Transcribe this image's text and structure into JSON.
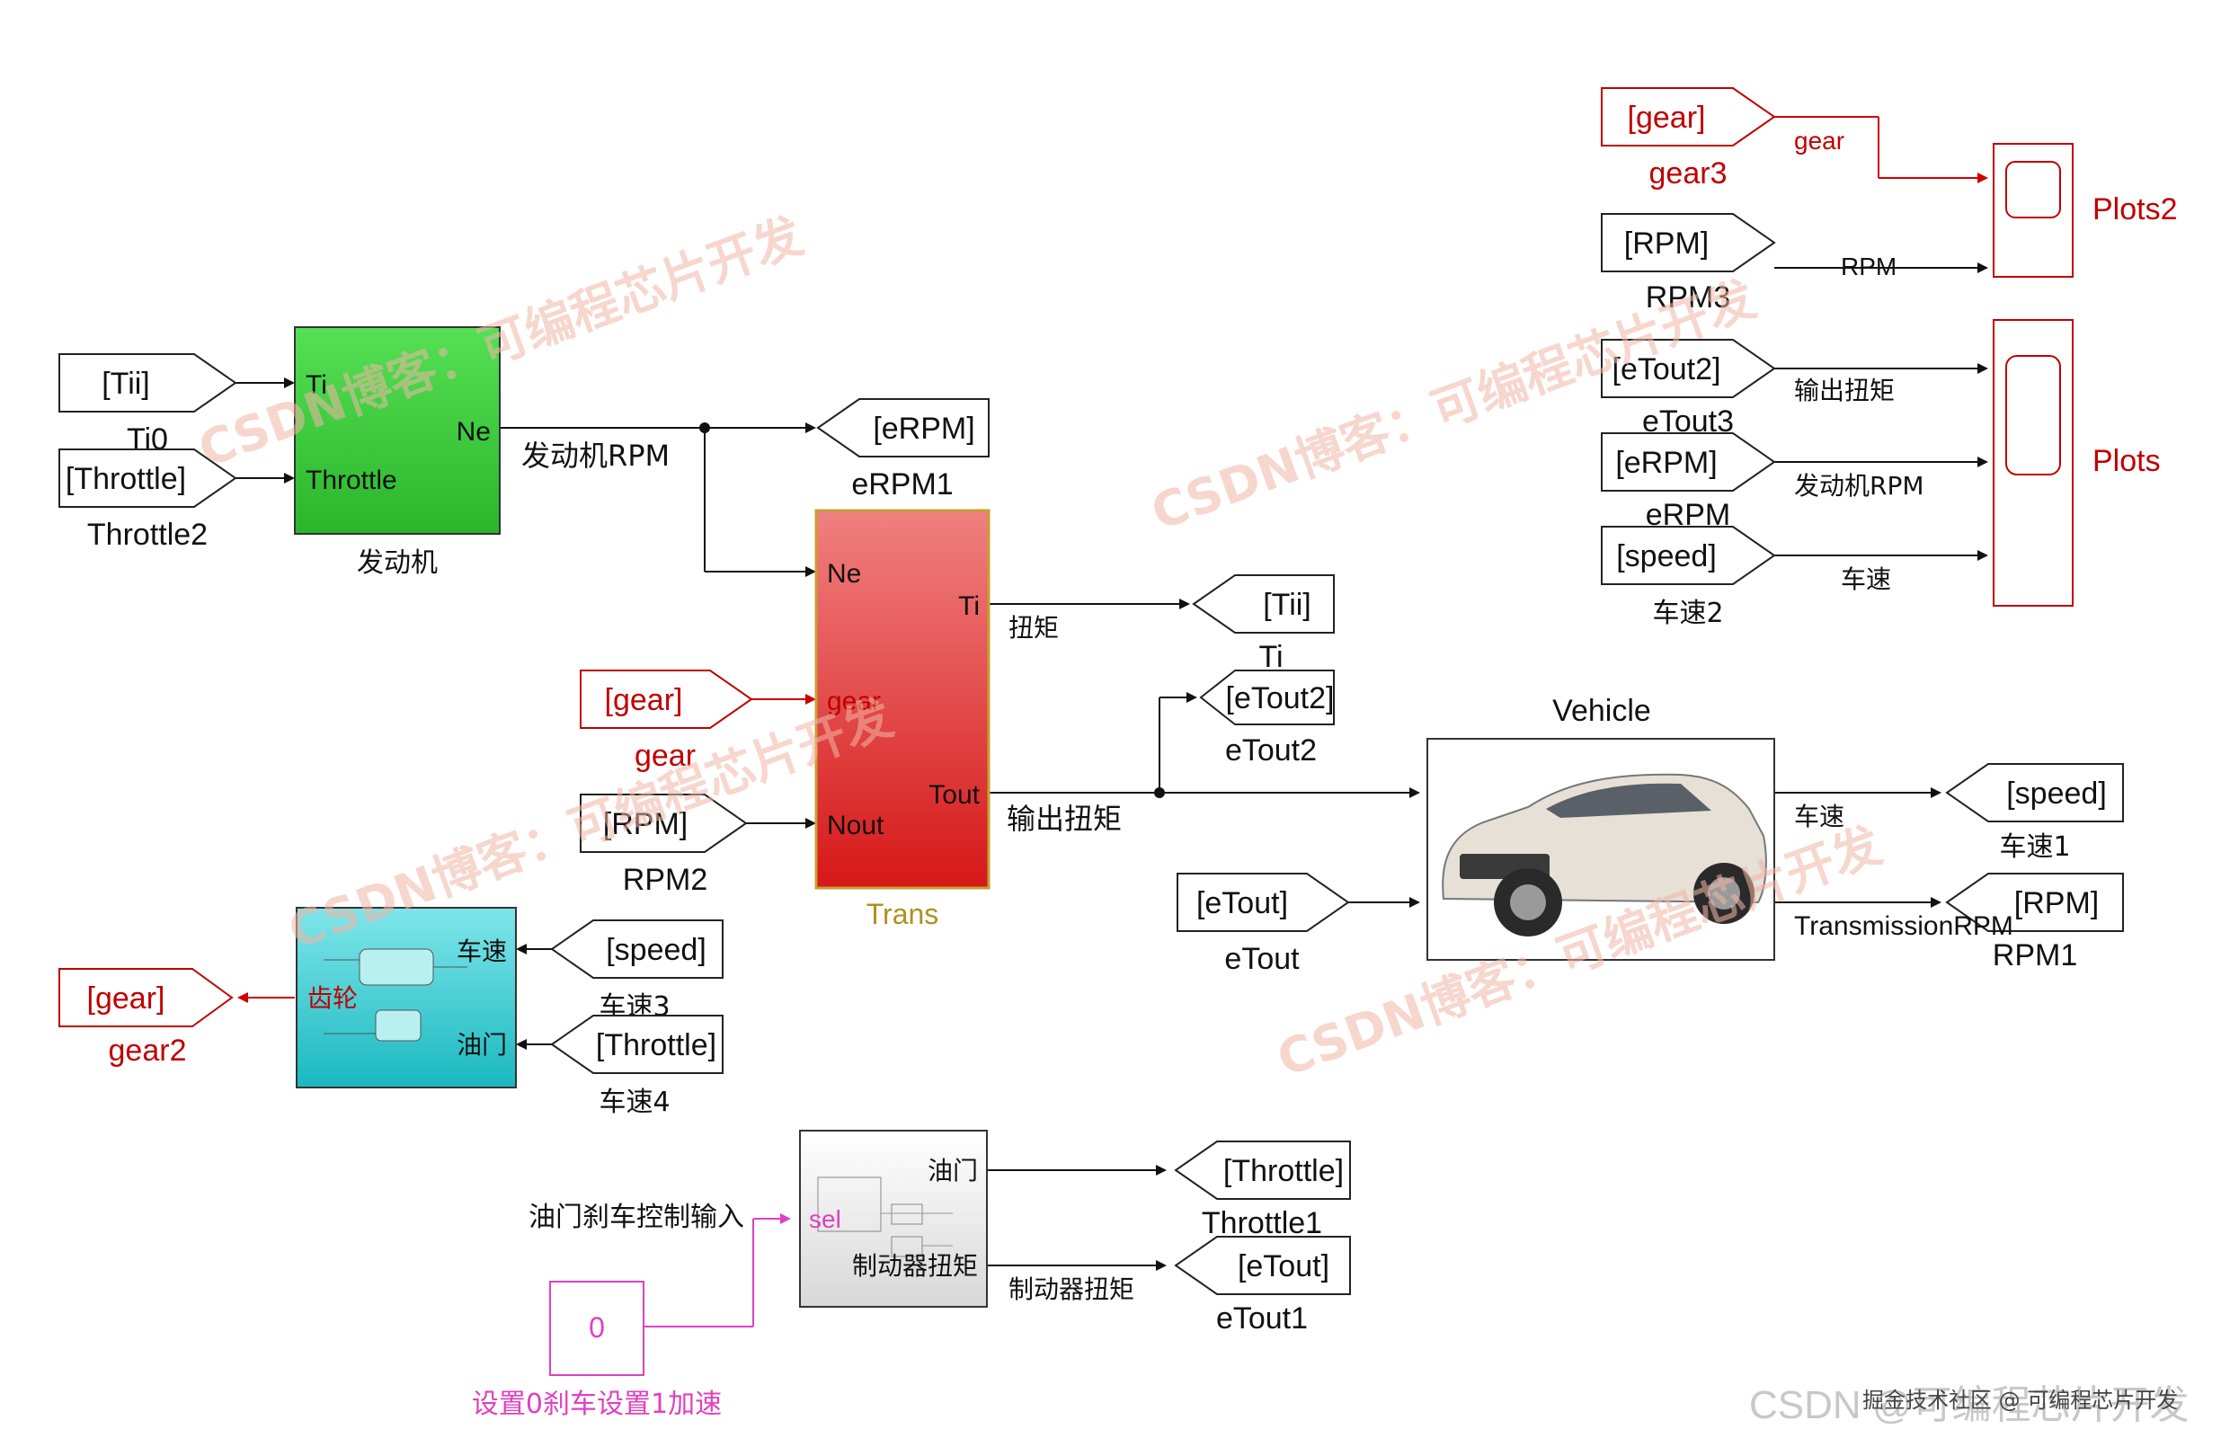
{
  "blocks": {
    "engine": {
      "label": "发动机",
      "in1": "Ti",
      "in2": "Throttle",
      "out": "Ne",
      "color": "#33cc33"
    },
    "trans": {
      "label": "Trans",
      "in1": "Ne",
      "in2": "gear",
      "in3": "Nout",
      "out1": "Ti",
      "out2": "Tout",
      "color": "#e03030"
    },
    "gearbox": {
      "label": "齿轮",
      "in1": "车速",
      "in2": "油门",
      "color": "#20c8c8"
    },
    "brake": {
      "label": "制动器扭矩",
      "out1": "油门",
      "in": "sel"
    },
    "vehicle": {
      "title": "Vehicle"
    },
    "scope1": {
      "label": "Plots2"
    },
    "scope2": {
      "label": "Plots"
    },
    "constant": {
      "value": "0",
      "label": "设置0刹车设置1加速"
    }
  },
  "tags": {
    "tii_from": {
      "text": "[Tii]",
      "name": "Ti0"
    },
    "throttle_from": {
      "text": "[Throttle]",
      "name": "Throttle2"
    },
    "erpm_goto": {
      "text": "[eRPM]",
      "name": "eRPM1"
    },
    "gear_from": {
      "text": "[gear]",
      "name": "gear"
    },
    "rpm_from": {
      "text": "[RPM]",
      "name": "RPM2"
    },
    "tii_goto": {
      "text": "[Tii]",
      "name": "Ti"
    },
    "etout2_goto": {
      "text": "[eTout2]",
      "name": "eTout2"
    },
    "speed_from": {
      "text": "[speed]",
      "name": "车速3"
    },
    "throttle_from2": {
      "text": "[Throttle]",
      "name": "车速4"
    },
    "gear_goto": {
      "text": "[gear]",
      "name": "gear2"
    },
    "etout_from": {
      "text": "[eTout]",
      "name": "eTout"
    },
    "speed_goto": {
      "text": "[speed]",
      "name": "车速1"
    },
    "rpm_goto": {
      "text": "[RPM]",
      "name": "RPM1"
    },
    "throttle_goto": {
      "text": "[Throttle]",
      "name": "Throttle1"
    },
    "etout_goto": {
      "text": "[eTout]",
      "name": "eTout1"
    },
    "gear_from3": {
      "text": "[gear]",
      "name": "gear3"
    },
    "rpm_from3": {
      "text": "[RPM]",
      "name": "RPM3"
    },
    "etout2_from": {
      "text": "[eTout2]",
      "name": "eTout3"
    },
    "erpm_from": {
      "text": "[eRPM]",
      "name": "eRPM"
    },
    "speed_from2": {
      "text": "[speed]",
      "name": "车速2"
    }
  },
  "signals": {
    "engine_rpm": "发动机RPM",
    "torque": "扭矩",
    "output_torque": "输出扭矩",
    "speed": "车速",
    "transmission_rpm": "TransmissionRPM",
    "brake_torque": "制动器扭矩",
    "throttle_brake_input": "油门刹车控制输入",
    "scope_gear": "gear",
    "scope_rpm": "RPM",
    "scope_out_torque": "输出扭矩",
    "scope_engine_rpm": "发动机RPM",
    "scope_speed": "车速"
  },
  "watermarks": {
    "csdn": "CSDN博客：可编程芯片开发",
    "footer": "掘金技术社区 @ 可编程芯片开发",
    "footer_big": "CSDN @可编程芯片开发"
  }
}
